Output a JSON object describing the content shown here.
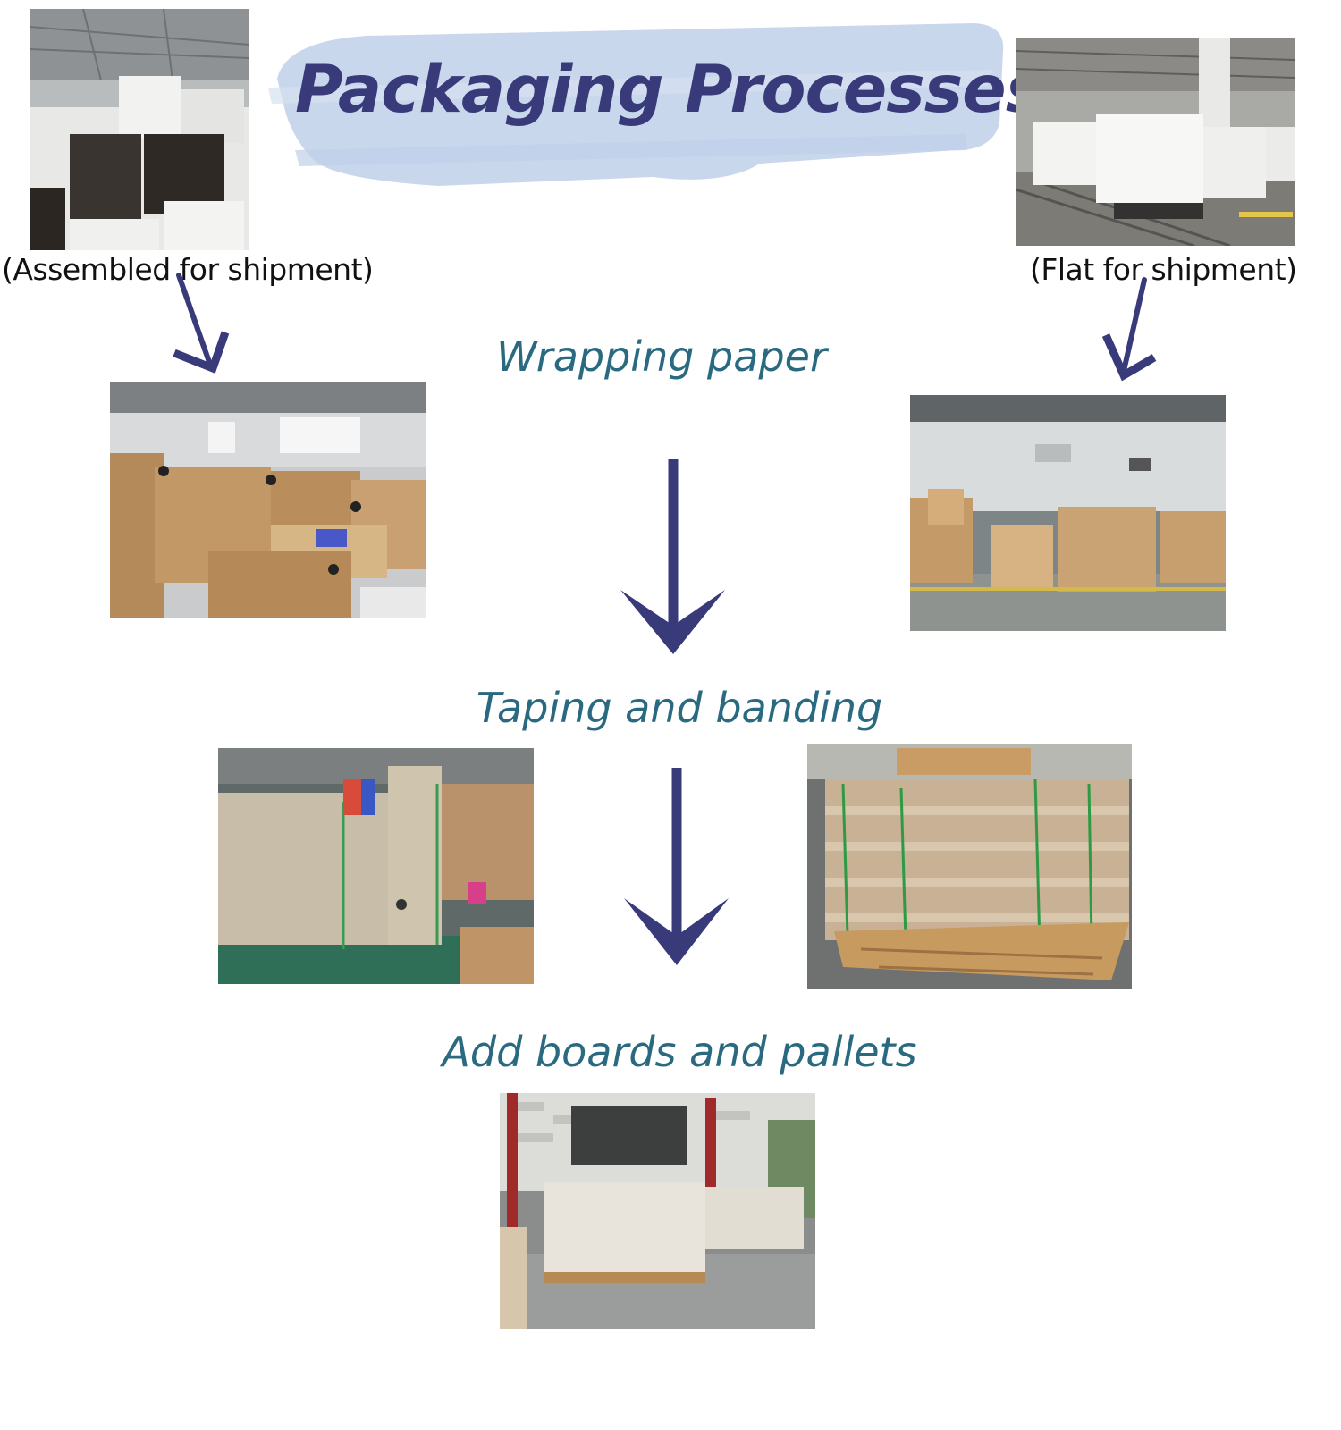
{
  "title": "Packaging Processes",
  "captions": {
    "assembled": "(Assembled for shipment)",
    "flat": "(Flat for shipment)"
  },
  "steps": {
    "wrapping": "Wrapping paper",
    "taping": "Taping and banding",
    "boards": "Add boards and pallets"
  },
  "colors": {
    "title": "#383a7a",
    "brush": "#c9d7ec",
    "arrow": "#383a7a",
    "step_text": "#2a6a80"
  }
}
